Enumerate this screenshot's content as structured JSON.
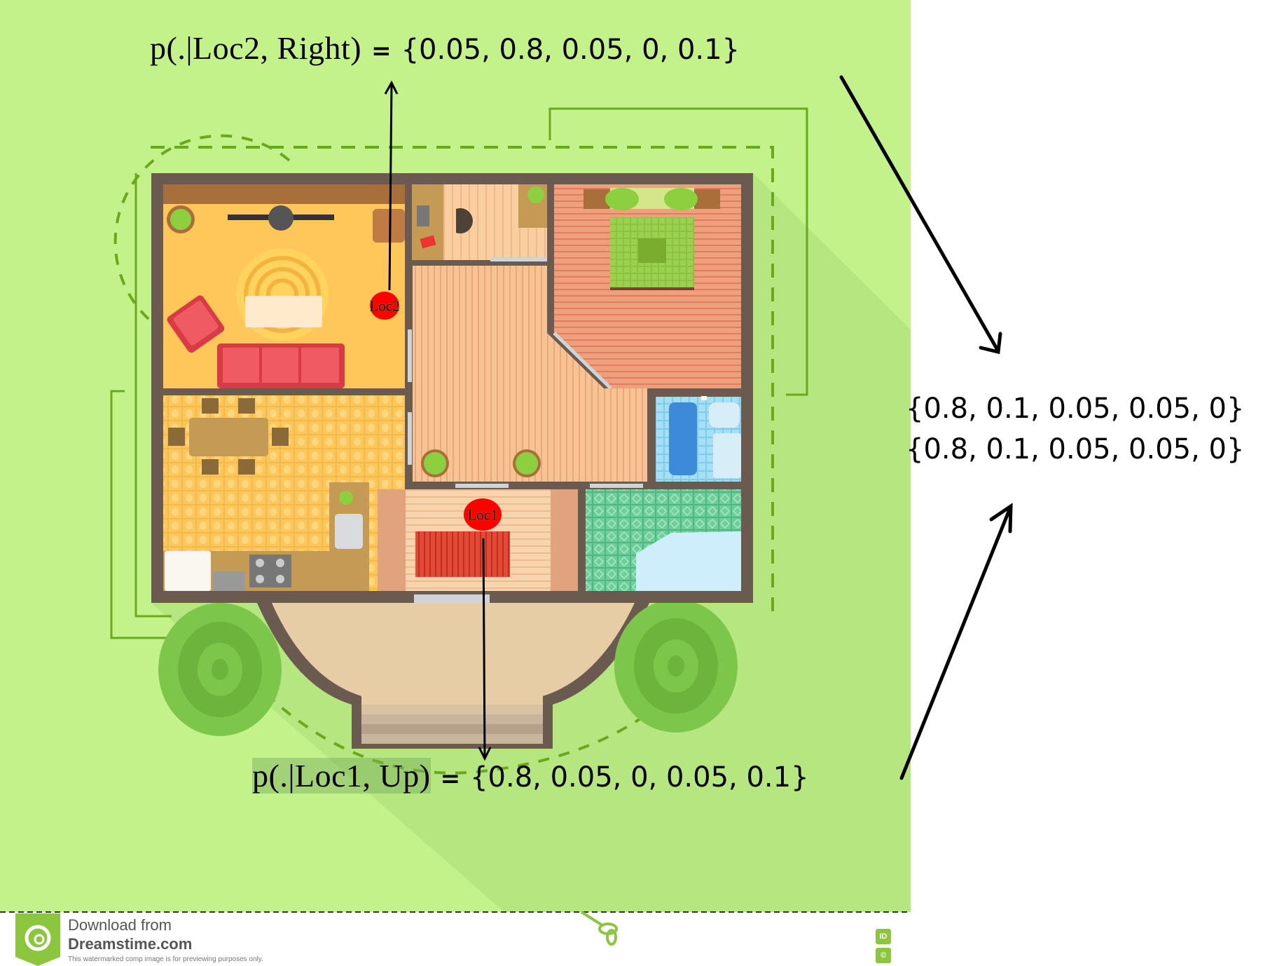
{
  "diagram": {
    "type": "robot-localization-floor-plan",
    "background_color": "#c4f28a",
    "locations": [
      {
        "id": "loc1",
        "label": "Loc1",
        "color": "#ff0000",
        "room": "entry hall"
      },
      {
        "id": "loc2",
        "label": "Loc2",
        "color": "#ff0000",
        "room": "living room"
      }
    ],
    "annotations": {
      "top": {
        "prefix": "p(.|Loc2, Right)",
        "equals": "=",
        "values": "{0.05, 0.8, 0.05, 0, 0.1}"
      },
      "bottom": {
        "prefix": "p(.|Loc1, Up)",
        "equals": "=",
        "values": "{0.8, 0.05, 0, 0.05, 0.1}"
      },
      "right": [
        "{0.8, 0.1, 0.05, 0.05, 0}",
        "{0.8, 0.1, 0.05, 0.05, 0}"
      ]
    },
    "rooms": [
      "living room",
      "office",
      "bedroom",
      "hallway",
      "dining room",
      "kitchen",
      "bathroom",
      "entry",
      "laundry"
    ],
    "colors": {
      "wall": "#6b5a4f",
      "living_floor": "#ffc75a",
      "office_floor": "#f7c89a",
      "bedroom_floor": "#eea07a",
      "hall_floor": "#f7c394",
      "dining_floor": "#fbc65c",
      "bath_floor": "#9ad8f0",
      "tile_floor": "#6fcf9a",
      "porch": "#e6cda6",
      "bush": "#7cc64a",
      "guide_line": "#6aa91e",
      "arrow": "#000000"
    }
  },
  "footer": {
    "download_text": "Download from",
    "brand_text": "Dreamstime.com",
    "note_text": "This watermarked comp image is for previewing purposes only.",
    "id_badge": "ID",
    "copyright_badge": "©"
  }
}
